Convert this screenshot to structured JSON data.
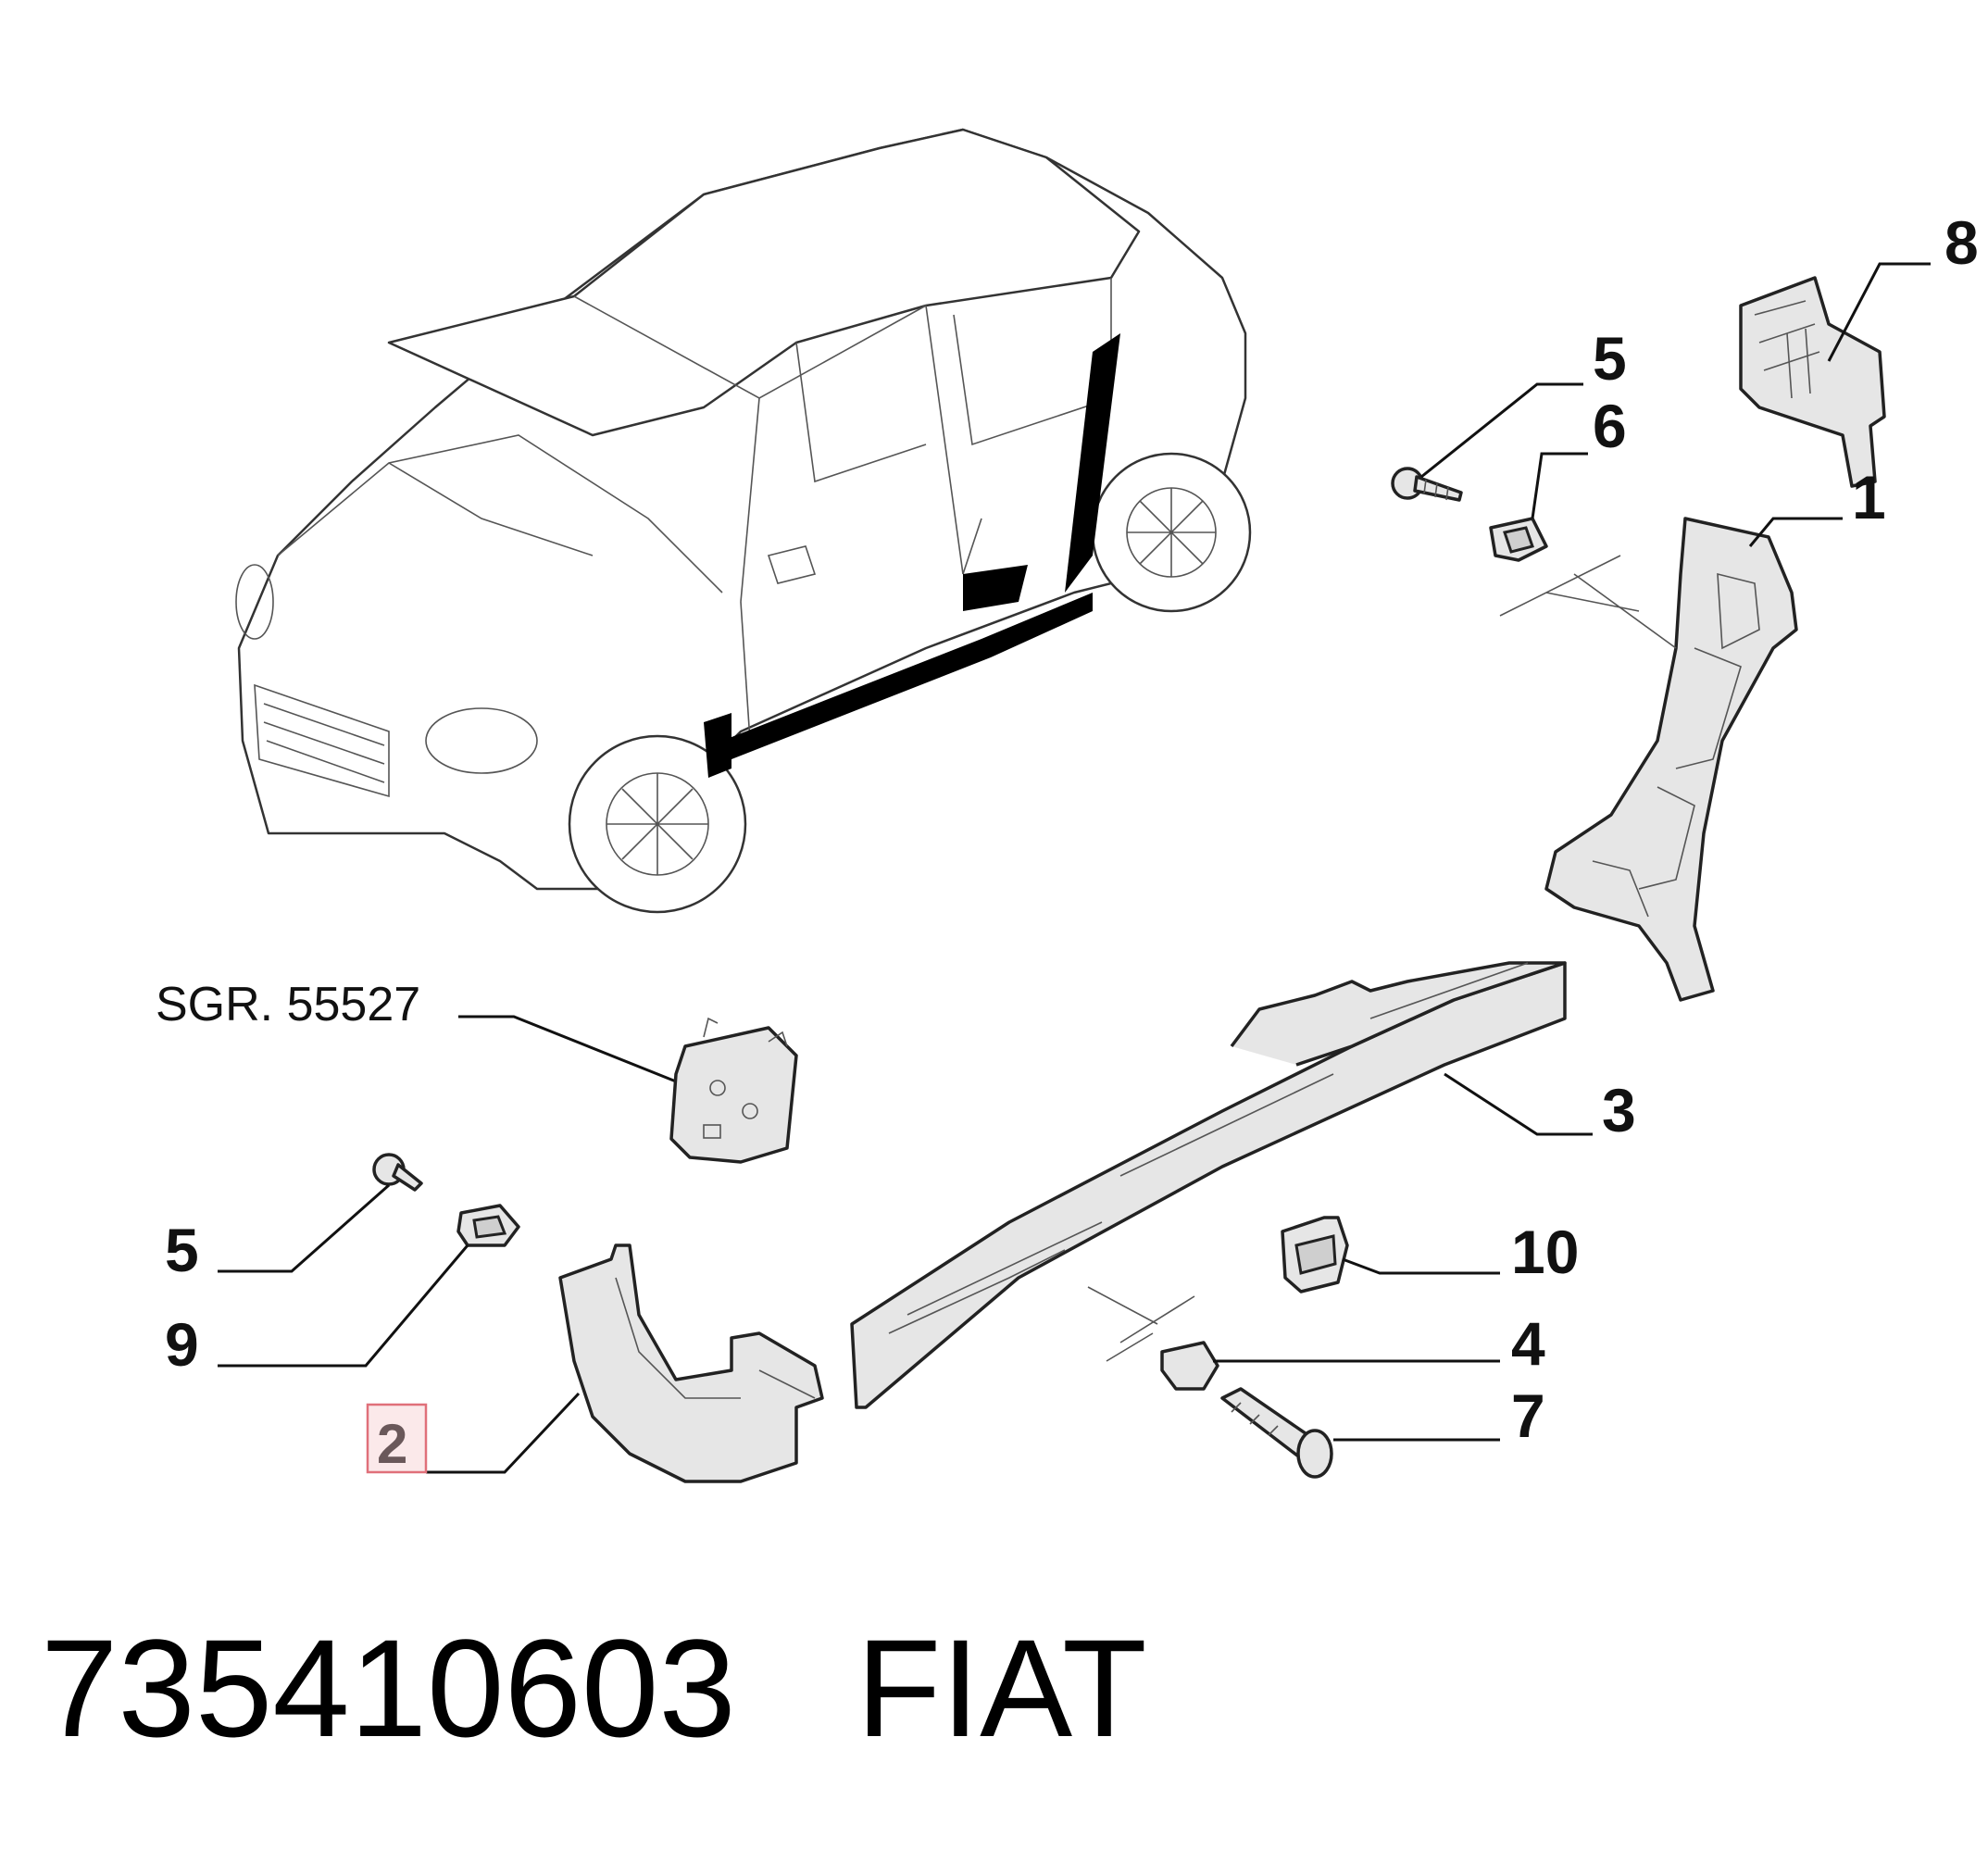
{
  "callouts": {
    "c1": "1",
    "c2": "2",
    "c3": "3",
    "c4": "4",
    "c5a": "5",
    "c5b": "5",
    "c6": "6",
    "c7": "7",
    "c8": "8",
    "c9": "9",
    "c10": "10"
  },
  "reference": "SGR. 55527",
  "footer": {
    "part_number": "735410603",
    "brand": "FIAT"
  },
  "highlight": {
    "callout": "2",
    "color": "#e0707a"
  }
}
